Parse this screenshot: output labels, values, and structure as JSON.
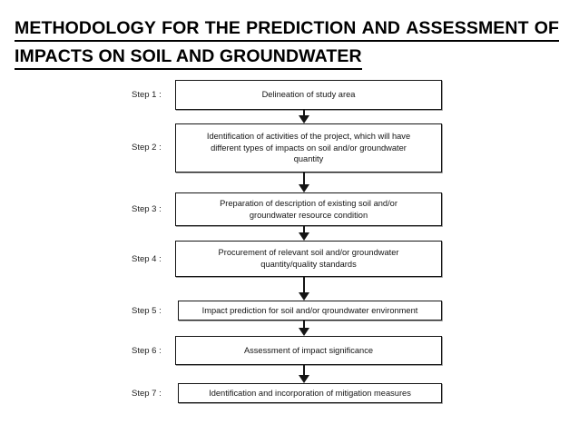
{
  "document": {
    "title_lines": [
      "METHODOLOGY FOR THE PREDICTION AND ASSESSMENT OF",
      "IMPACTS ON SOIL AND GROUNDWATER"
    ],
    "title_line_1_words": [
      "METHODOLOGY",
      "FOR",
      "THE",
      "PREDICTION",
      "AND",
      "ASSESSMENT",
      "OF"
    ],
    "title_line_2": "IMPACTS ON SOIL AND GROUNDWATER"
  },
  "colors": {
    "background": "#ffffff",
    "text": "#000000",
    "box_border": "#151515",
    "arrow": "#151515"
  },
  "flowchart": {
    "type": "flowchart",
    "orientation": "top-to-bottom",
    "steps": [
      {
        "label": "Step 1 :",
        "text": "Delineation of study area"
      },
      {
        "label": "Step 2 :",
        "text": "Identification of activities of the project, which will have\ndifferent types of impacts on soil and/or groundwater\nquantity"
      },
      {
        "label": "Step 3 :",
        "text": "Preparation of description of existing soil and/or\ngroundwater resource condition"
      },
      {
        "label": "Step 4 :",
        "text": "Procurement of relevant soil and/or groundwater\nquantity/quality standards"
      },
      {
        "label": "Step 5 :",
        "text": "Impact prediction for soil and/or qroundwater environment"
      },
      {
        "label": "Step 6 :",
        "text": "Assessment of impact significance"
      },
      {
        "label": "Step 7 :",
        "text": "Identification and incorporation of mitigation measures"
      }
    ],
    "connector_count": 6
  }
}
